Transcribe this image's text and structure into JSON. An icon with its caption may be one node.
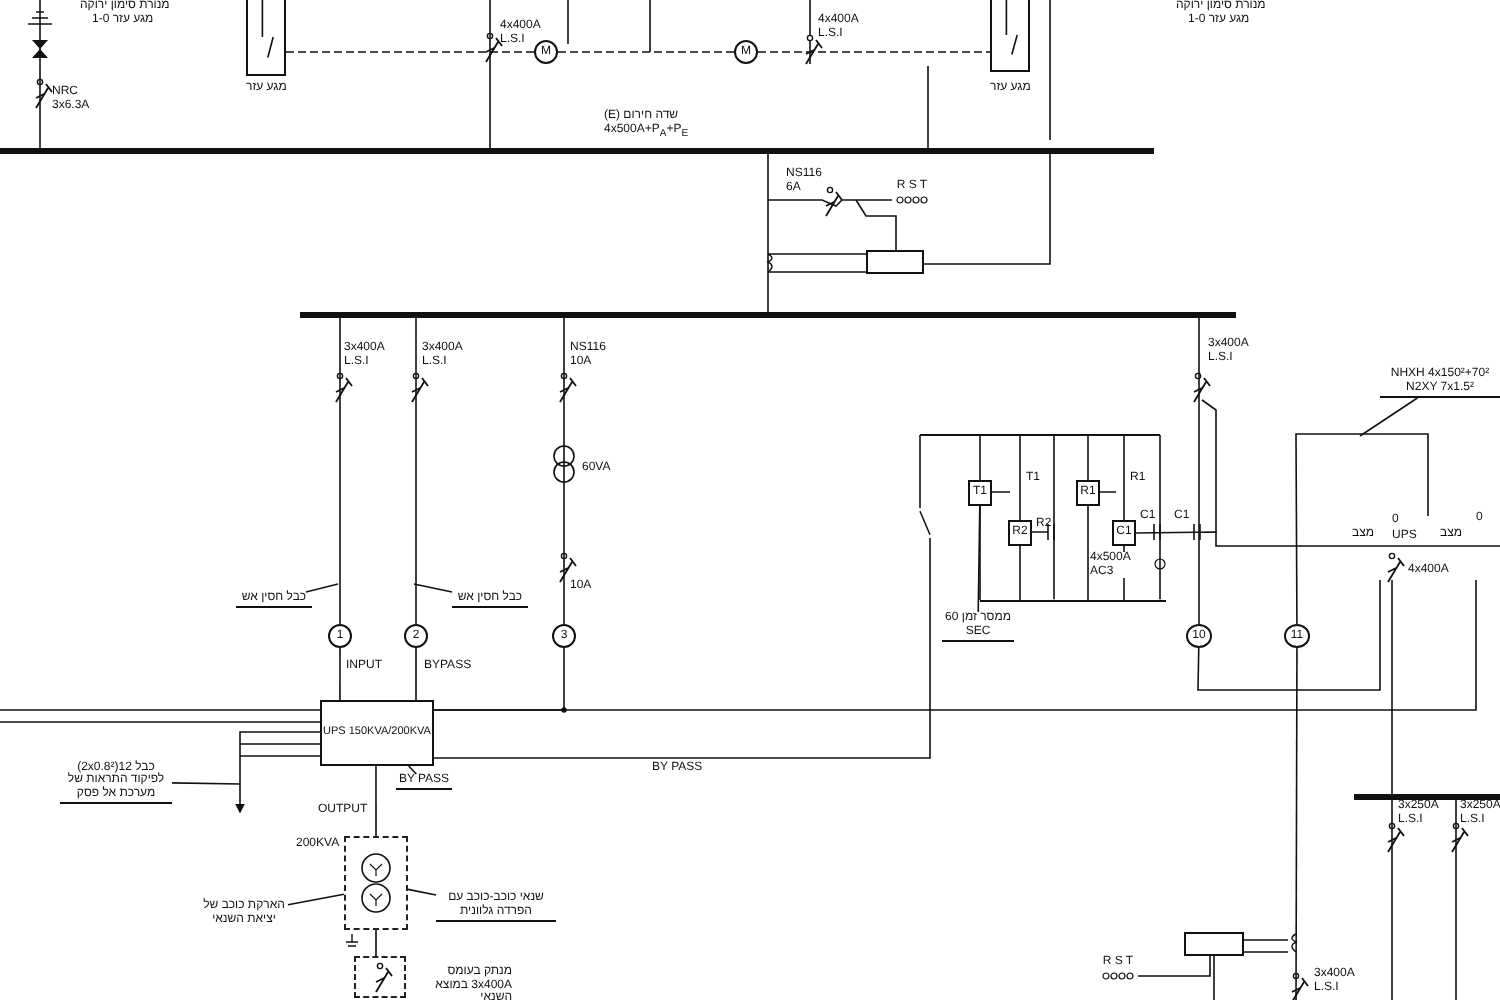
{
  "diagram": {
    "nodes": [
      {
        "text": [
          "1"
        ]
      },
      {
        "text": [
          "2"
        ]
      },
      {
        "text": [
          "3"
        ]
      },
      {
        "text": [
          "UPS 150KVA/200KVA"
        ]
      },
      {
        "text": [
          "T1"
        ]
      },
      {
        "text": [
          "R2"
        ]
      },
      {
        "text": [
          "R1"
        ]
      },
      {
        "text": [
          "C1"
        ]
      },
      {
        "text": [
          "10"
        ]
      },
      {
        "text": [
          "11"
        ]
      },
      {
        "text": [],
        "shape": "box"
      },
      {
        "text": [],
        "shape": "box"
      },
      {
        "text": [],
        "shape": "box",
        "beside": [
          "200KVA"
        ]
      },
      {
        "text": [
          "כבל חסין אש"
        ]
      },
      {
        "text": [
          "כבל חסין אש"
        ]
      },
      {
        "text": [
          "BY PASS"
        ]
      },
      {
        "text": [
          "כבל 12(2x0.8²) לפיקוד התראות של מערכת אל פסק"
        ]
      },
      {
        "text": [
          "הארקת כוכב של יציאת השנאי"
        ]
      },
      {
        "text": [
          "שנאי כוכב-כוכב עם הפרדה גלוונית"
        ]
      },
      {
        "text": [
          "NHXH 4x150²+70²",
          "N2XY 7x1.5²"
        ]
      },
      {
        "text": [
          "ממסר זמן 60 SEC"
        ]
      },
      {
        "text": [],
        "shape": "box"
      },
      {
        "text": [],
        "shape": "bar"
      },
      {
        "text": [],
        "shape": "bar"
      },
      {
        "text": [],
        "shape": "bar"
      },
      {
        "text": [],
        "shape": "bar"
      },
      {
        "text": [],
        "shape": "bar"
      },
      {
        "text": [
          "R S T"
        ]
      },
      {
        "text": [
          "R S T"
        ]
      },
      {
        "text": [],
        "shape": "switch"
      },
      {
        "text": [],
        "shape": "switch",
        "beside": [
          "מגע עזר"
        ]
      },
      {
        "text": [
          "M"
        ]
      },
      {
        "text": [
          "M"
        ]
      },
      {
        "text": [],
        "shape": "switch",
        "beside": [
          "מגע עזר"
        ]
      }
    ],
    "edges": [
      {
        "from": 0,
        "to": 3,
        "arrow": "none"
      },
      {
        "from": 1,
        "to": 3,
        "arrow": "none"
      },
      {
        "from": 12,
        "to": 21,
        "arrow": "none"
      },
      {
        "from": 3,
        "to": 12,
        "arrow": "none"
      },
      {
        "from": 13,
        "to": null,
        "arrow": "none"
      },
      {
        "from": 14,
        "to": null,
        "arrow": "none"
      },
      {
        "from": 15,
        "to": 3,
        "arrow": "none"
      },
      {
        "from": 16,
        "to": null,
        "arrow": "none"
      },
      {
        "from": 17,
        "to": 12,
        "arrow": "none"
      },
      {
        "from": 18,
        "to": 12,
        "arrow": "none"
      },
      {
        "from": 19,
        "to": null,
        "arrow": "none"
      },
      {
        "from": 20,
        "to": 4,
        "arrow": "none"
      },
      {
        "from": 23,
        "to": 0,
        "arrow": "none"
      },
      {
        "from": 23,
        "to": 1,
        "arrow": "none"
      },
      {
        "from": 23,
        "to": 2,
        "arrow": "none"
      },
      {
        "from": 23,
        "to": 8,
        "arrow": "none"
      },
      {
        "from": 22,
        "to": 23,
        "arrow": "none"
      },
      {
        "from": 2,
        "to": 3,
        "arrow": "none"
      },
      {
        "from": 3,
        "to": null,
        "arrow": "none"
      },
      {
        "from": 8,
        "to": null,
        "arrow": "none"
      },
      {
        "from": 9,
        "to": null,
        "arrow": "none"
      },
      {
        "from": 9,
        "to": null,
        "arrow": "none"
      },
      {
        "from": 3,
        "to": null,
        "arrow": "to"
      },
      {
        "from": null,
        "to": 3,
        "arrow": "none"
      },
      {
        "from": 3,
        "to": 29,
        "arrow": "none",
        "label": "BY PASS"
      },
      {
        "from": 10,
        "to": 22,
        "arrow": "none"
      },
      {
        "from": null,
        "to": 27,
        "arrow": "none"
      },
      {
        "from": null,
        "to": 10,
        "arrow": "none"
      },
      {
        "from": 11,
        "to": null,
        "arrow": "none"
      },
      {
        "from": 28,
        "to": 11,
        "arrow": "none"
      },
      {
        "from": 11,
        "to": null,
        "arrow": "none"
      },
      {
        "from": 26,
        "to": 4,
        "arrow": "none"
      },
      {
        "from": 4,
        "to": 25,
        "arrow": "none"
      },
      {
        "from": 26,
        "to": 5,
        "arrow": "none"
      },
      {
        "from": 5,
        "to": 25,
        "arrow": "none"
      },
      {
        "from": 26,
        "to": 6,
        "arrow": "none"
      },
      {
        "from": 6,
        "to": 25,
        "arrow": "none"
      },
      {
        "from": 26,
        "to": 7,
        "arrow": "none"
      },
      {
        "from": 7,
        "to": 25,
        "arrow": "none"
      },
      {
        "from": null,
        "to": 22,
        "arrow": "none"
      },
      {
        "from": null,
        "to": 22,
        "arrow": "none"
      },
      {
        "from": null,
        "to": 22,
        "arrow": "none"
      },
      {
        "from": null,
        "to": 24,
        "arrow": "none"
      },
      {
        "from": 24,
        "to": null,
        "arrow": "none"
      },
      {
        "from": 24,
        "to": null,
        "arrow": "none"
      },
      {
        "from": null,
        "to": 10,
        "arrow": "none"
      },
      {
        "from": 26,
        "to": 25,
        "arrow": "none"
      },
      {
        "from": 26,
        "to": 25,
        "arrow": "none"
      },
      {
        "from": 26,
        "to": 29,
        "arrow": "none"
      },
      {
        "from": 30,
        "to": 31,
        "arrow": "none",
        "style": "dashed"
      },
      {
        "from": 31,
        "to": 32,
        "arrow": "none",
        "style": "dashed"
      },
      {
        "from": 32,
        "to": 33,
        "arrow": "none",
        "style": "dashed"
      },
      {
        "from": 7,
        "to": null,
        "arrow": "none"
      }
    ],
    "labels": [
      "מנורת סימון ירוקה",
      "מגע עזר 1-0",
      "מנורת סימון ירוקה",
      "מגע עזר 1-0",
      "4x400A L.S.I",
      "4x400A L.S.I",
      "NRC 3x6.3A",
      "שדה חירום (E)",
      "4x500A+P$_{A}$+P$_{E}$",
      "NS116 6A",
      "3x400A L.S.I",
      "3x400A L.S.I",
      "NS116 10A",
      "60VA",
      "10A",
      "3x400A L.S.I",
      "T1",
      "R1",
      "R2",
      "C1",
      "C1",
      "4x500A AC3",
      "INPUT",
      "BYPASS",
      "OUTPUT",
      "מנתק בעומס 3x400A במוצא השנאי",
      "מצב",
      "0",
      "UPS",
      "4x400A",
      "מצב",
      "0",
      "3x250A L.S.I",
      "3x250A L.S.I",
      "3x400A L.S.I"
    ]
  }
}
